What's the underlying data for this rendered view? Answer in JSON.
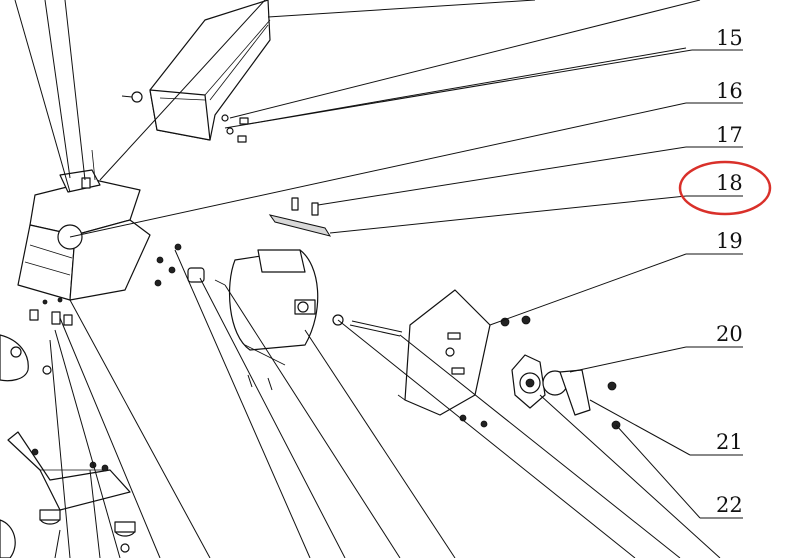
{
  "callouts": [
    {
      "number": "15"
    },
    {
      "number": "16"
    },
    {
      "number": "17"
    },
    {
      "number": "18",
      "highlight": true
    },
    {
      "number": "19"
    },
    {
      "number": "20"
    },
    {
      "number": "21"
    },
    {
      "number": "22"
    }
  ],
  "colors": {
    "line": "#111111",
    "highlight": "#d9302a",
    "background": "#ffffff"
  }
}
